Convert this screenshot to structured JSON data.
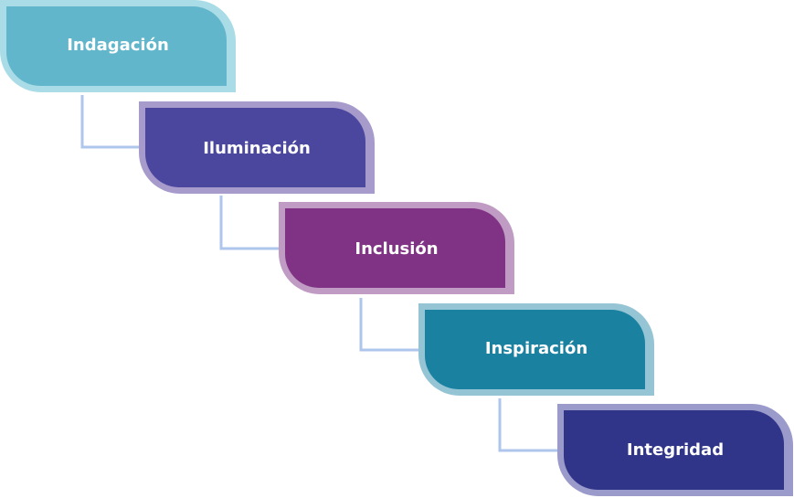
{
  "steps": [
    {
      "label": "Indagación",
      "fill": "#62B6CB",
      "border": "#A9DCE6"
    },
    {
      "label": "Iluminación",
      "fill": "#4B469E",
      "border": "#A79BCC"
    },
    {
      "label": "Inclusión",
      "fill": "#803384",
      "border": "#C09BC4"
    },
    {
      "label": "Inspiración",
      "fill": "#1A81A1",
      "border": "#95C4D4"
    },
    {
      "label": "Integridad",
      "fill": "#303589",
      "border": "#9A9ACB"
    }
  ],
  "connector_color": "#AFC6EC"
}
